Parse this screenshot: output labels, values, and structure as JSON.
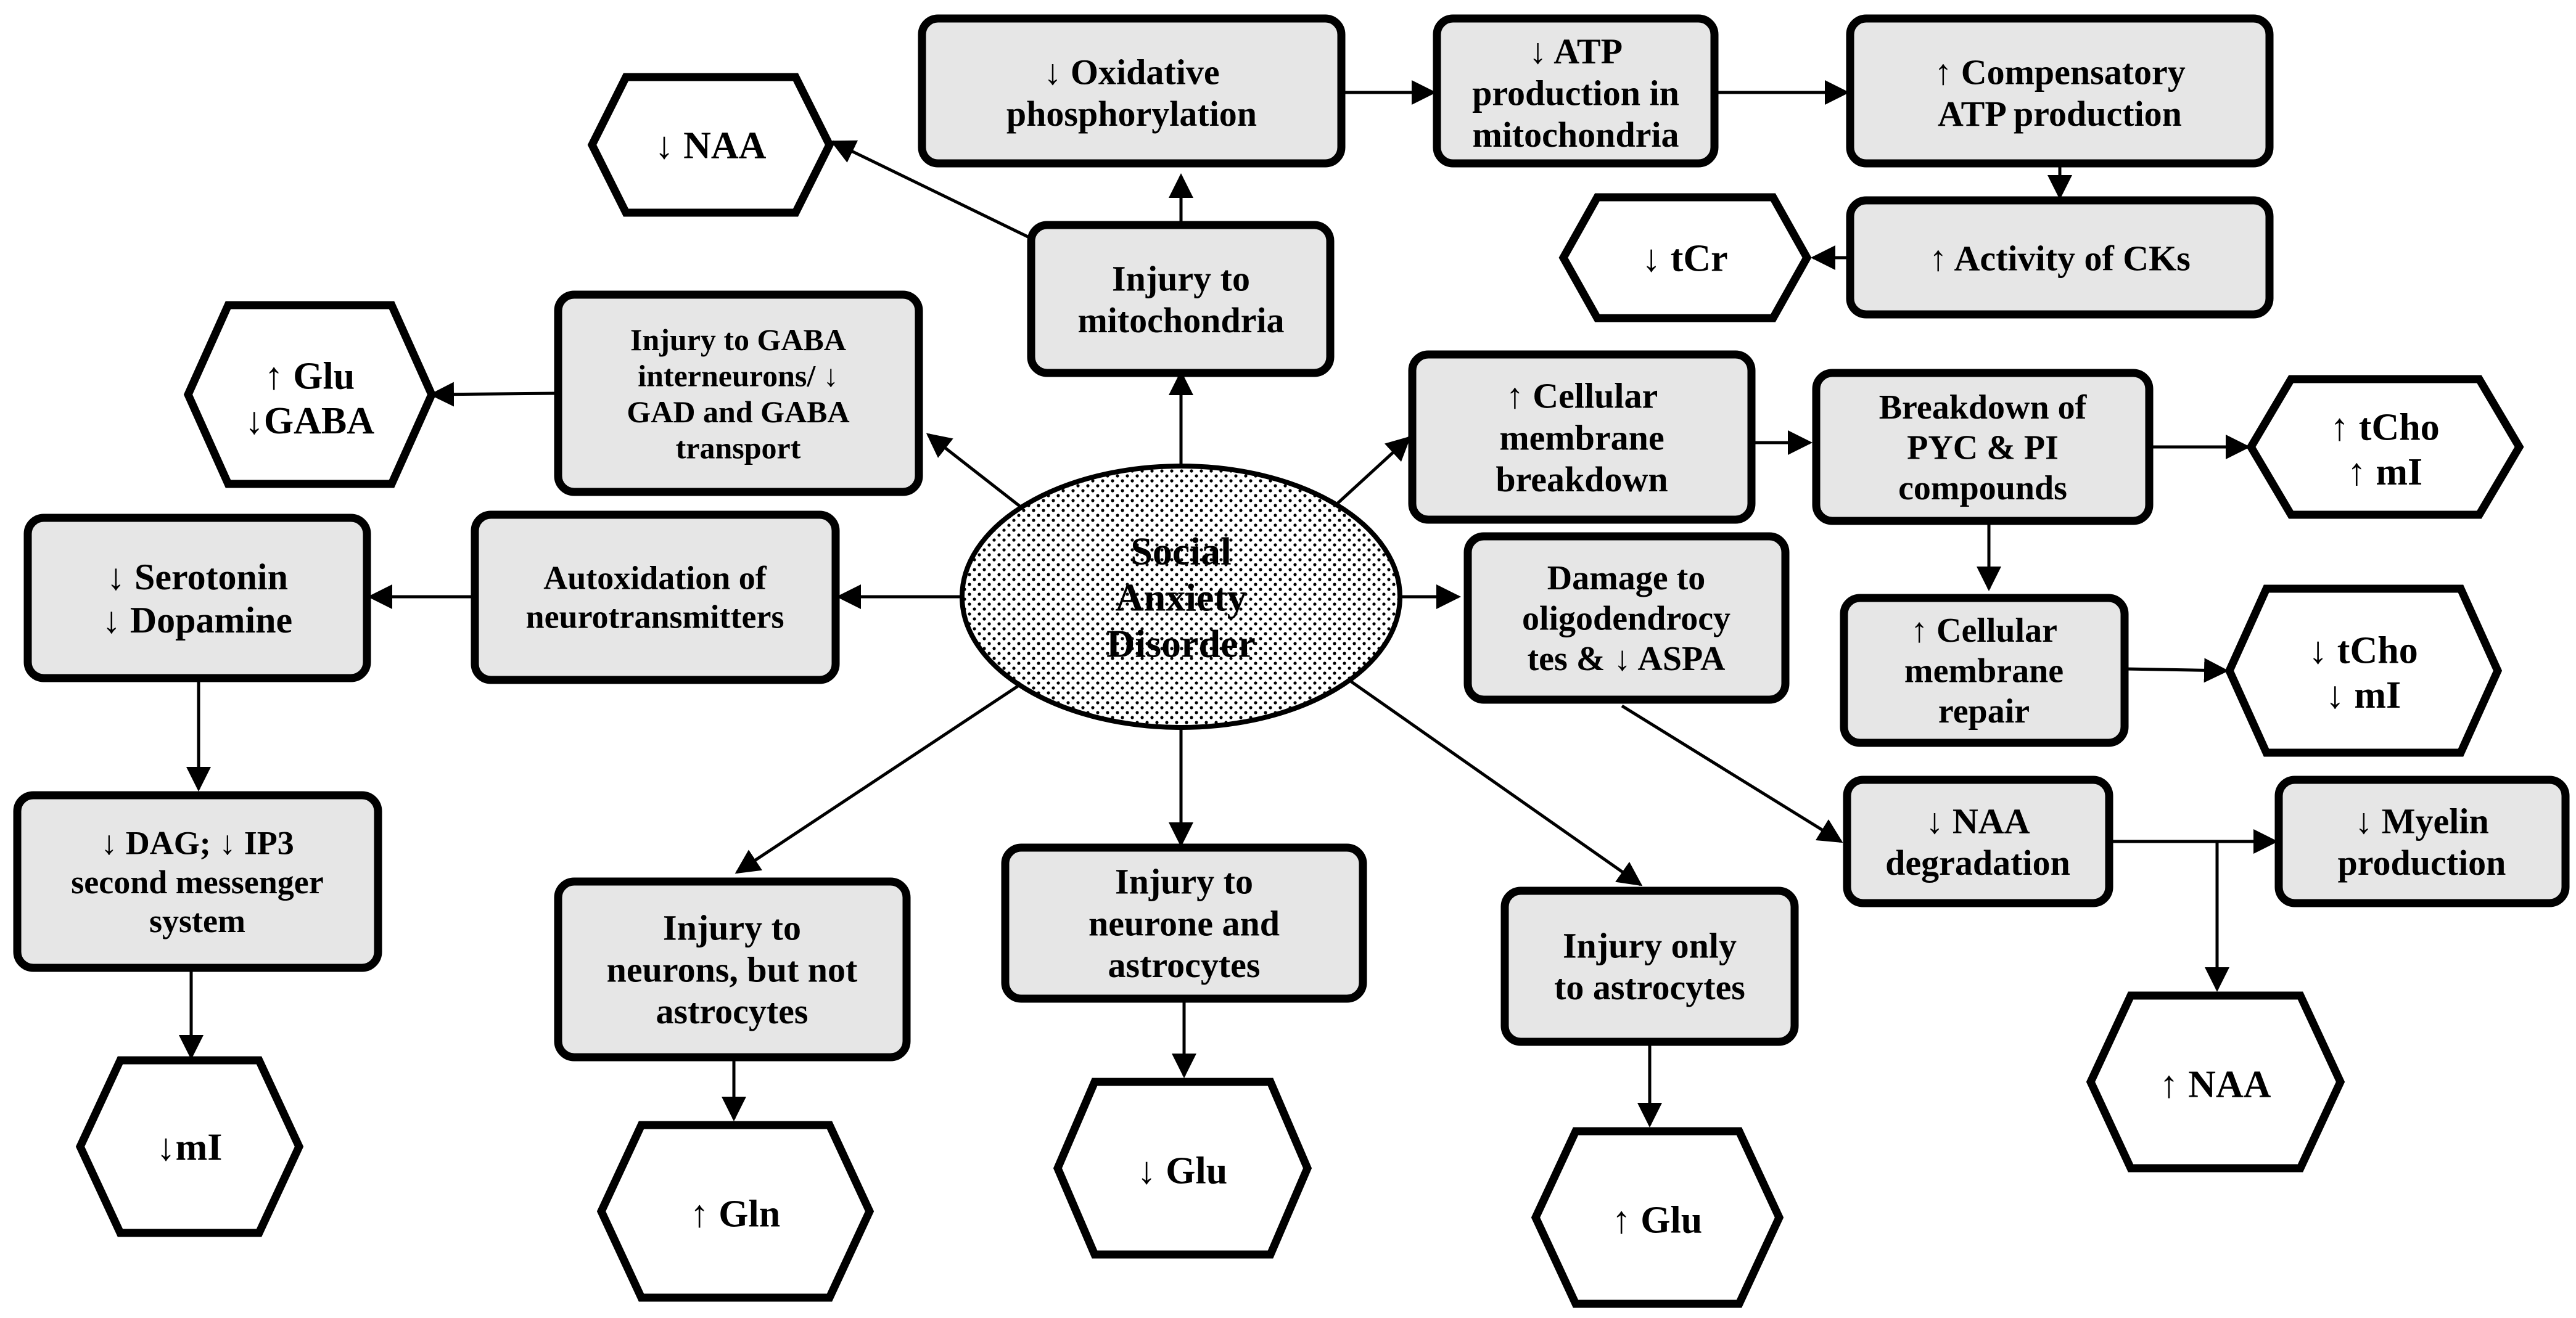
{
  "nodes": {
    "center": [
      "Social",
      "Anxiety",
      "Disorder"
    ],
    "injury_mito": [
      "Injury to",
      "mitochondria"
    ],
    "ox_phos": [
      "↓ Oxidative",
      "phosphorylation"
    ],
    "atp_mito": [
      "↓ ATP",
      "production in",
      "mitochondria"
    ],
    "comp_atp": [
      "↑ Compensatory",
      "ATP production"
    ],
    "ck": [
      "↑ Activity of CKs"
    ],
    "tcr": [
      "↓ tCr"
    ],
    "naa_top": [
      "↓ NAA"
    ],
    "gaba_inj": [
      "Injury to GABA",
      "interneurons/ ↓",
      "GAD and GABA",
      "transport"
    ],
    "glu_gaba": [
      "↑ Glu",
      "↓GABA"
    ],
    "autox": [
      "Autoxidation of",
      "neurotransmitters"
    ],
    "sero": [
      "↓ Serotonin",
      "↓ Dopamine"
    ],
    "dag": [
      "↓ DAG; ↓ IP3",
      "second messenger",
      "system"
    ],
    "mi_left": [
      "↓mI"
    ],
    "inj_neurons": [
      "Injury to",
      "neurons, but not",
      "astrocytes"
    ],
    "gln": [
      "↑ Gln"
    ],
    "inj_neur_astro": [
      "Injury to",
      "neurone and",
      "astrocytes"
    ],
    "glu_down": [
      "↓ Glu"
    ],
    "inj_astro": [
      "Injury only",
      "to astrocytes"
    ],
    "glu_up": [
      "↑ Glu"
    ],
    "cell_break": [
      "↑ Cellular",
      "membrane",
      "breakdown"
    ],
    "pyc": [
      "Breakdown of",
      "PYC & PI",
      "compounds"
    ],
    "tcho_up": [
      "↑ tCho",
      "↑ mI"
    ],
    "cell_repair": [
      "↑ Cellular",
      "membrane",
      "repair"
    ],
    "tcho_down": [
      "↓ tCho",
      "↓ mI"
    ],
    "oligo": [
      "Damage to",
      "oligodendrocy",
      "tes & ↓ ASPA"
    ],
    "naa_deg": [
      "↓ NAA",
      "degradation"
    ],
    "myelin": [
      "↓ Myelin",
      "production"
    ],
    "naa_up": [
      "↑ NAA"
    ]
  },
  "edges": [
    [
      "center",
      "injury_mito"
    ],
    [
      "injury_mito",
      "ox_phos"
    ],
    [
      "ox_phos",
      "atp_mito"
    ],
    [
      "atp_mito",
      "comp_atp"
    ],
    [
      "comp_atp",
      "ck"
    ],
    [
      "ck",
      "tcr"
    ],
    [
      "injury_mito",
      "naa_top"
    ],
    [
      "center",
      "gaba_inj"
    ],
    [
      "gaba_inj",
      "glu_gaba"
    ],
    [
      "center",
      "autox"
    ],
    [
      "autox",
      "sero"
    ],
    [
      "sero",
      "dag"
    ],
    [
      "dag",
      "mi_left"
    ],
    [
      "center",
      "inj_neurons"
    ],
    [
      "inj_neurons",
      "gln"
    ],
    [
      "center",
      "inj_neur_astro"
    ],
    [
      "inj_neur_astro",
      "glu_down"
    ],
    [
      "center",
      "inj_astro"
    ],
    [
      "inj_astro",
      "glu_up"
    ],
    [
      "center",
      "cell_break"
    ],
    [
      "cell_break",
      "pyc"
    ],
    [
      "pyc",
      "tcho_up"
    ],
    [
      "pyc",
      "cell_repair"
    ],
    [
      "cell_repair",
      "tcho_down"
    ],
    [
      "center",
      "oligo"
    ],
    [
      "oligo",
      "naa_deg"
    ],
    [
      "naa_deg",
      "myelin"
    ],
    [
      "naa_deg",
      "naa_up"
    ]
  ]
}
